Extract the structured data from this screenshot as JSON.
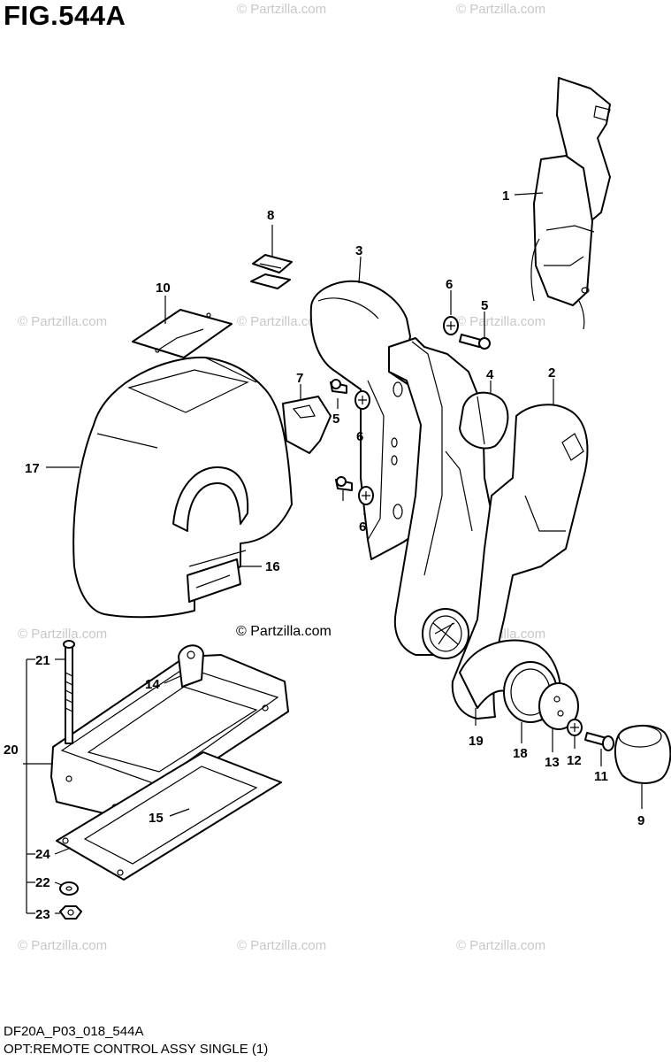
{
  "figure": {
    "title": "FIG.544A"
  },
  "watermark": {
    "text": "© Partzilla.com",
    "color": "#c8c8c8"
  },
  "credit": {
    "text": "© Partzilla.com"
  },
  "caption": {
    "line1": "DF20A_P03_018_544A",
    "line2": "OPT:REMOTE CONTROL ASSY SINGLE (1)"
  },
  "callouts": [
    "1",
    "2",
    "3",
    "4",
    "5",
    "5",
    "6",
    "6",
    "6",
    "7",
    "8",
    "9",
    "10",
    "11",
    "12",
    "13",
    "14",
    "15",
    "16",
    "17",
    "18",
    "19",
    "20",
    "21",
    "22",
    "23",
    "24"
  ]
}
